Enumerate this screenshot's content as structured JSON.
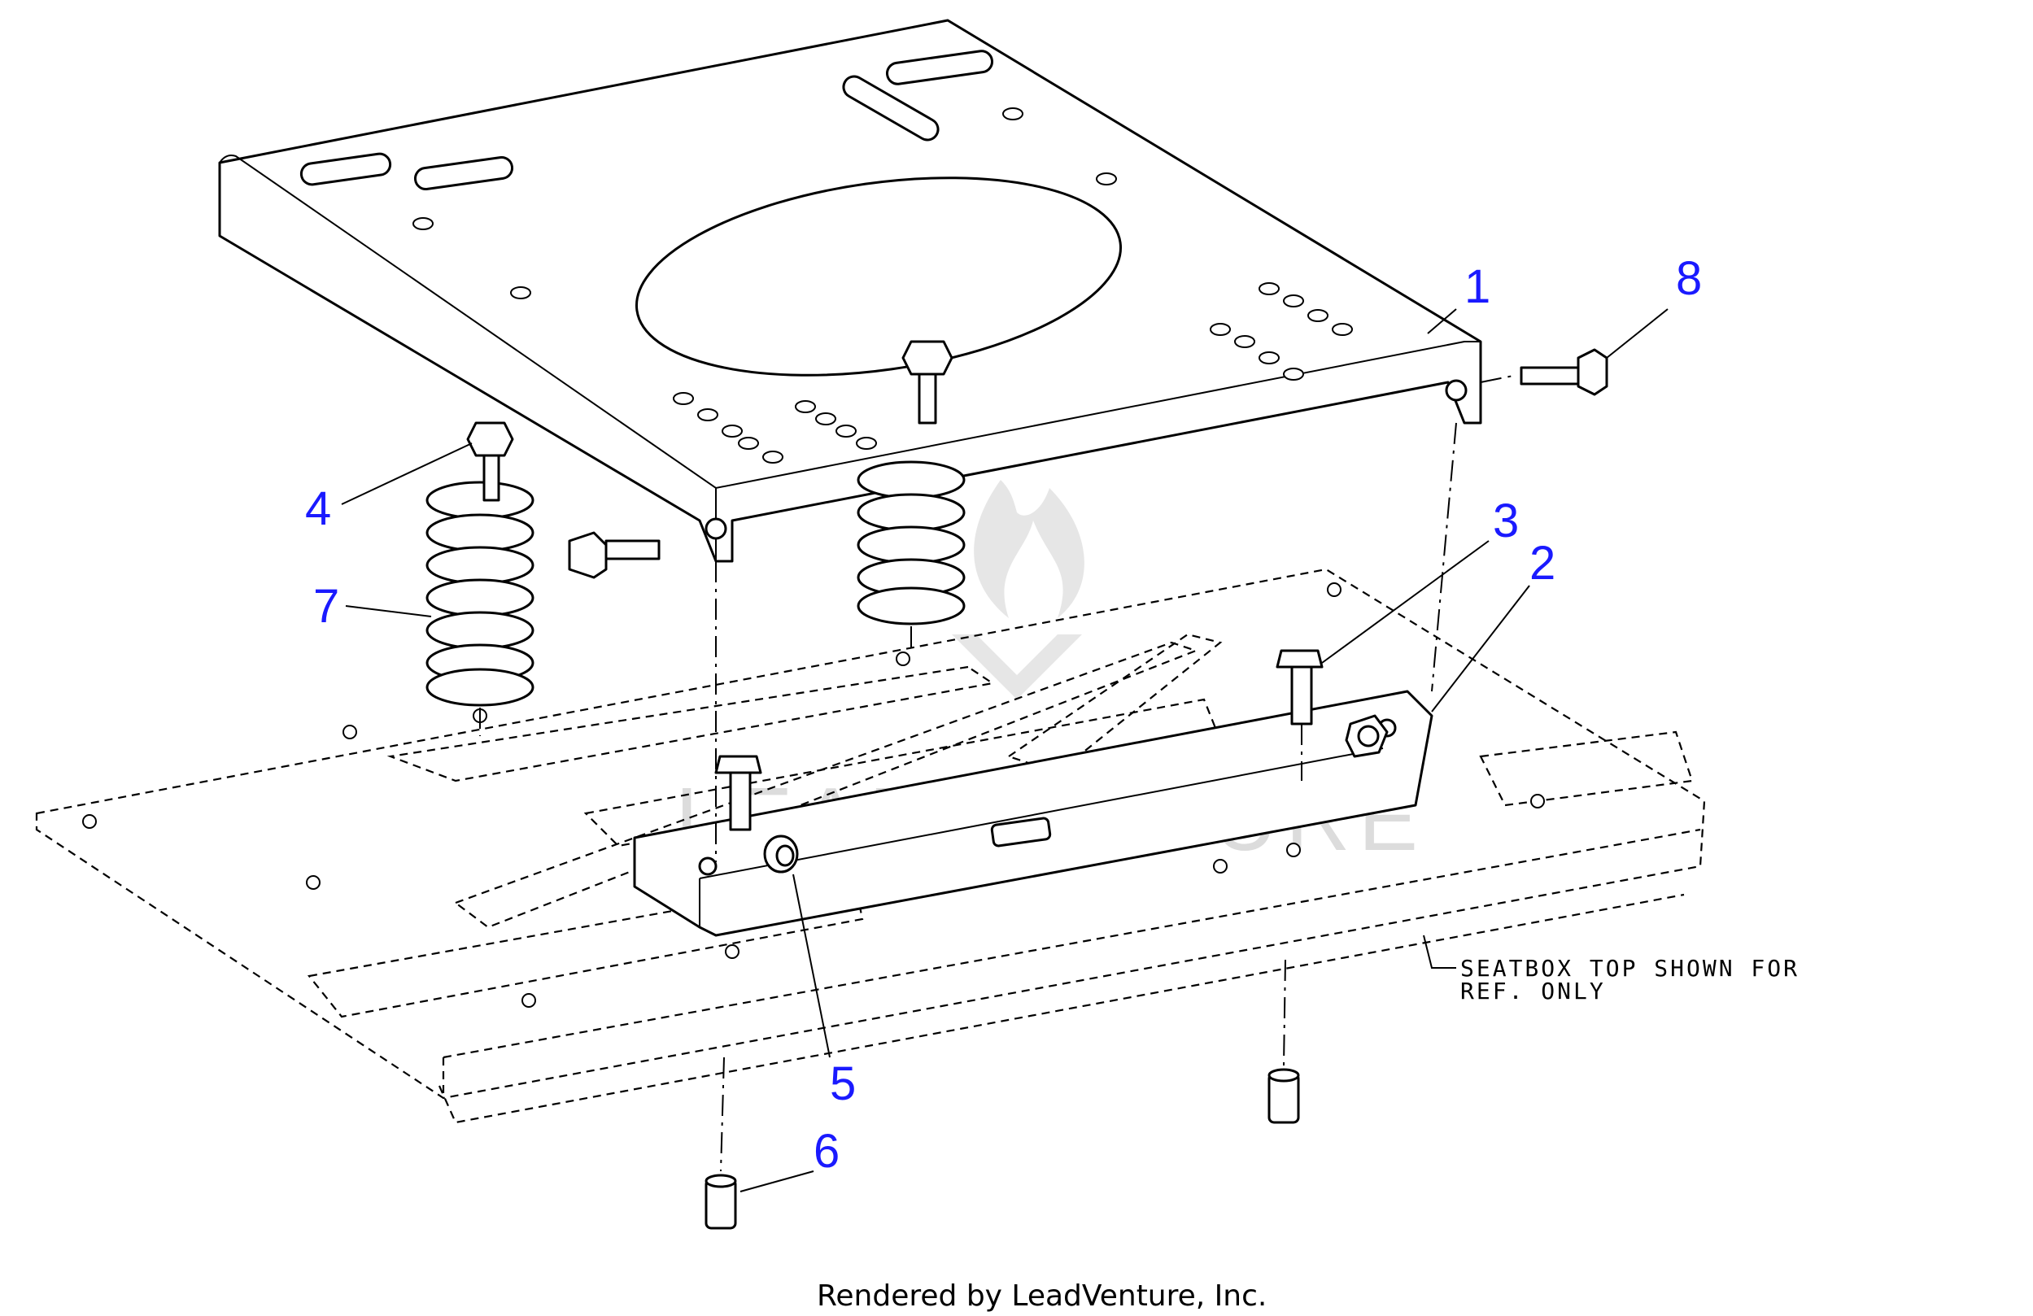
{
  "callouts": [
    {
      "id": "1",
      "label": "1"
    },
    {
      "id": "2",
      "label": "2"
    },
    {
      "id": "3",
      "label": "3"
    },
    {
      "id": "4",
      "label": "4"
    },
    {
      "id": "5",
      "label": "5"
    },
    {
      "id": "6",
      "label": "6"
    },
    {
      "id": "7",
      "label": "7"
    },
    {
      "id": "8",
      "label": "8"
    }
  ],
  "note": {
    "line1": "SEATBOX TOP SHOWN FOR",
    "line2": "REF. ONLY"
  },
  "watermark": "LEADVENTURE",
  "footer": "Rendered by LeadVenture, Inc.",
  "colors": {
    "callout": "#1a1aff",
    "line": "#000000",
    "watermark": "#d9d9d9"
  }
}
